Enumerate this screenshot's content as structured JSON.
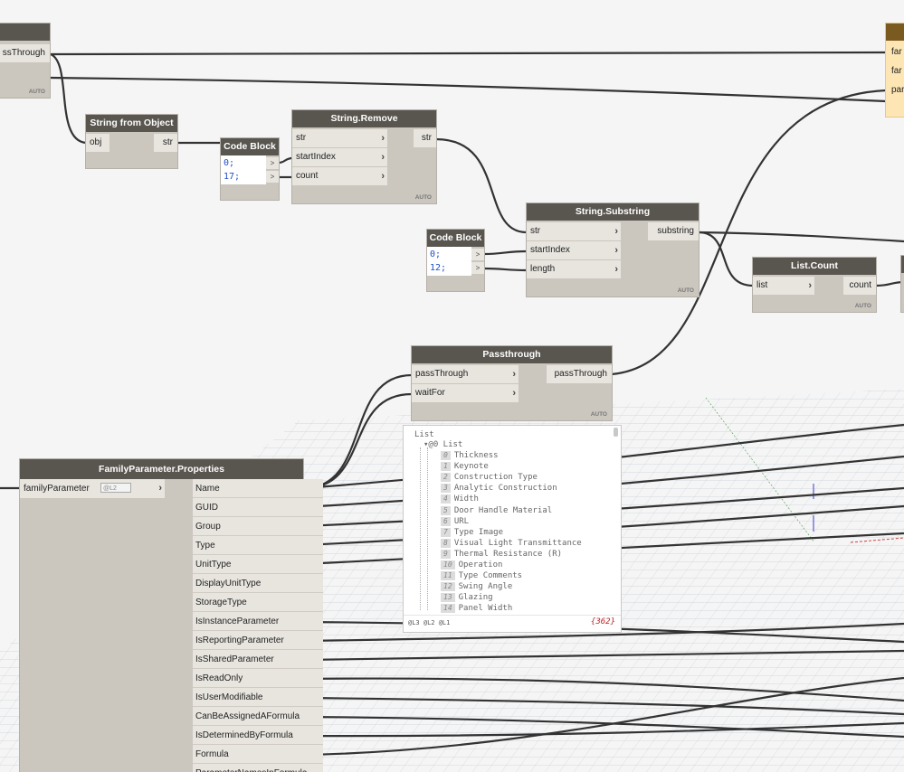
{
  "nodes": {
    "passthrough_left": {
      "out_label": "ssThrough",
      "auto": "AUTO"
    },
    "string_from_object": {
      "title": "String from Object",
      "in_label": "obj",
      "out_label": "str"
    },
    "code_block_1": {
      "title": "Code Block",
      "lines": [
        "0;",
        "17;"
      ],
      "port": ">"
    },
    "string_remove": {
      "title": "String.Remove",
      "inputs": [
        "str",
        "startIndex",
        "count"
      ],
      "out_label": "str",
      "auto": "AUTO"
    },
    "code_block_2": {
      "title": "Code Block",
      "lines": [
        "0;",
        "12;"
      ],
      "port": ">"
    },
    "string_substring": {
      "title": "String.Substring",
      "inputs": [
        "str",
        "startIndex",
        "length"
      ],
      "out_label": "substring",
      "auto": "AUTO"
    },
    "list_count": {
      "title": "List.Count",
      "in_label": "list",
      "out_label": "count",
      "auto": "AUTO"
    },
    "passthrough": {
      "title": "Passthrough",
      "inputs": [
        "passThrough",
        "waitFor"
      ],
      "out_label": "passThrough",
      "auto": "AUTO"
    },
    "family_parameter_properties": {
      "title": "FamilyParameter.Properties",
      "in_label": "familyParameter",
      "lacing": "@L2",
      "outputs": [
        "Name",
        "GUID",
        "Group",
        "Type",
        "UnitType",
        "DisplayUnitType",
        "StorageType",
        "IsInstanceParameter",
        "IsReportingParameter",
        "IsSharedParameter",
        "IsReadOnly",
        "IsUserModifiable",
        "CanBeAssignedAFormula",
        "IsDeterminedByFormula",
        "Formula",
        "ParameterNamesInFormula"
      ]
    },
    "right_node": {
      "outputs": [
        "far",
        "far",
        "par"
      ]
    }
  },
  "preview": {
    "root": "List",
    "sub": "@0 List",
    "items": [
      {
        "i": "0",
        "v": "Thickness"
      },
      {
        "i": "1",
        "v": "Keynote"
      },
      {
        "i": "2",
        "v": "Construction Type"
      },
      {
        "i": "3",
        "v": "Analytic Construction"
      },
      {
        "i": "4",
        "v": "Width"
      },
      {
        "i": "5",
        "v": "Door Handle Material"
      },
      {
        "i": "6",
        "v": "URL"
      },
      {
        "i": "7",
        "v": "Type Image"
      },
      {
        "i": "8",
        "v": "Visual Light Transmittance"
      },
      {
        "i": "9",
        "v": "Thermal Resistance (R)"
      },
      {
        "i": "10",
        "v": "Operation"
      },
      {
        "i": "11",
        "v": "Type Comments"
      },
      {
        "i": "12",
        "v": "Swing Angle"
      },
      {
        "i": "13",
        "v": "Glazing"
      },
      {
        "i": "14",
        "v": "Panel Width"
      }
    ],
    "levels": "@L3 @L2 @L1",
    "count": "{362}"
  },
  "colors": {
    "node_header": "#59554f",
    "node_body": "#cbc6be",
    "port_bg": "#e8e5df",
    "wire": "#333333",
    "right_node_header": "#7a5a1e",
    "right_node_body": "#fde6b4",
    "code_text": "#1f4fc4"
  }
}
